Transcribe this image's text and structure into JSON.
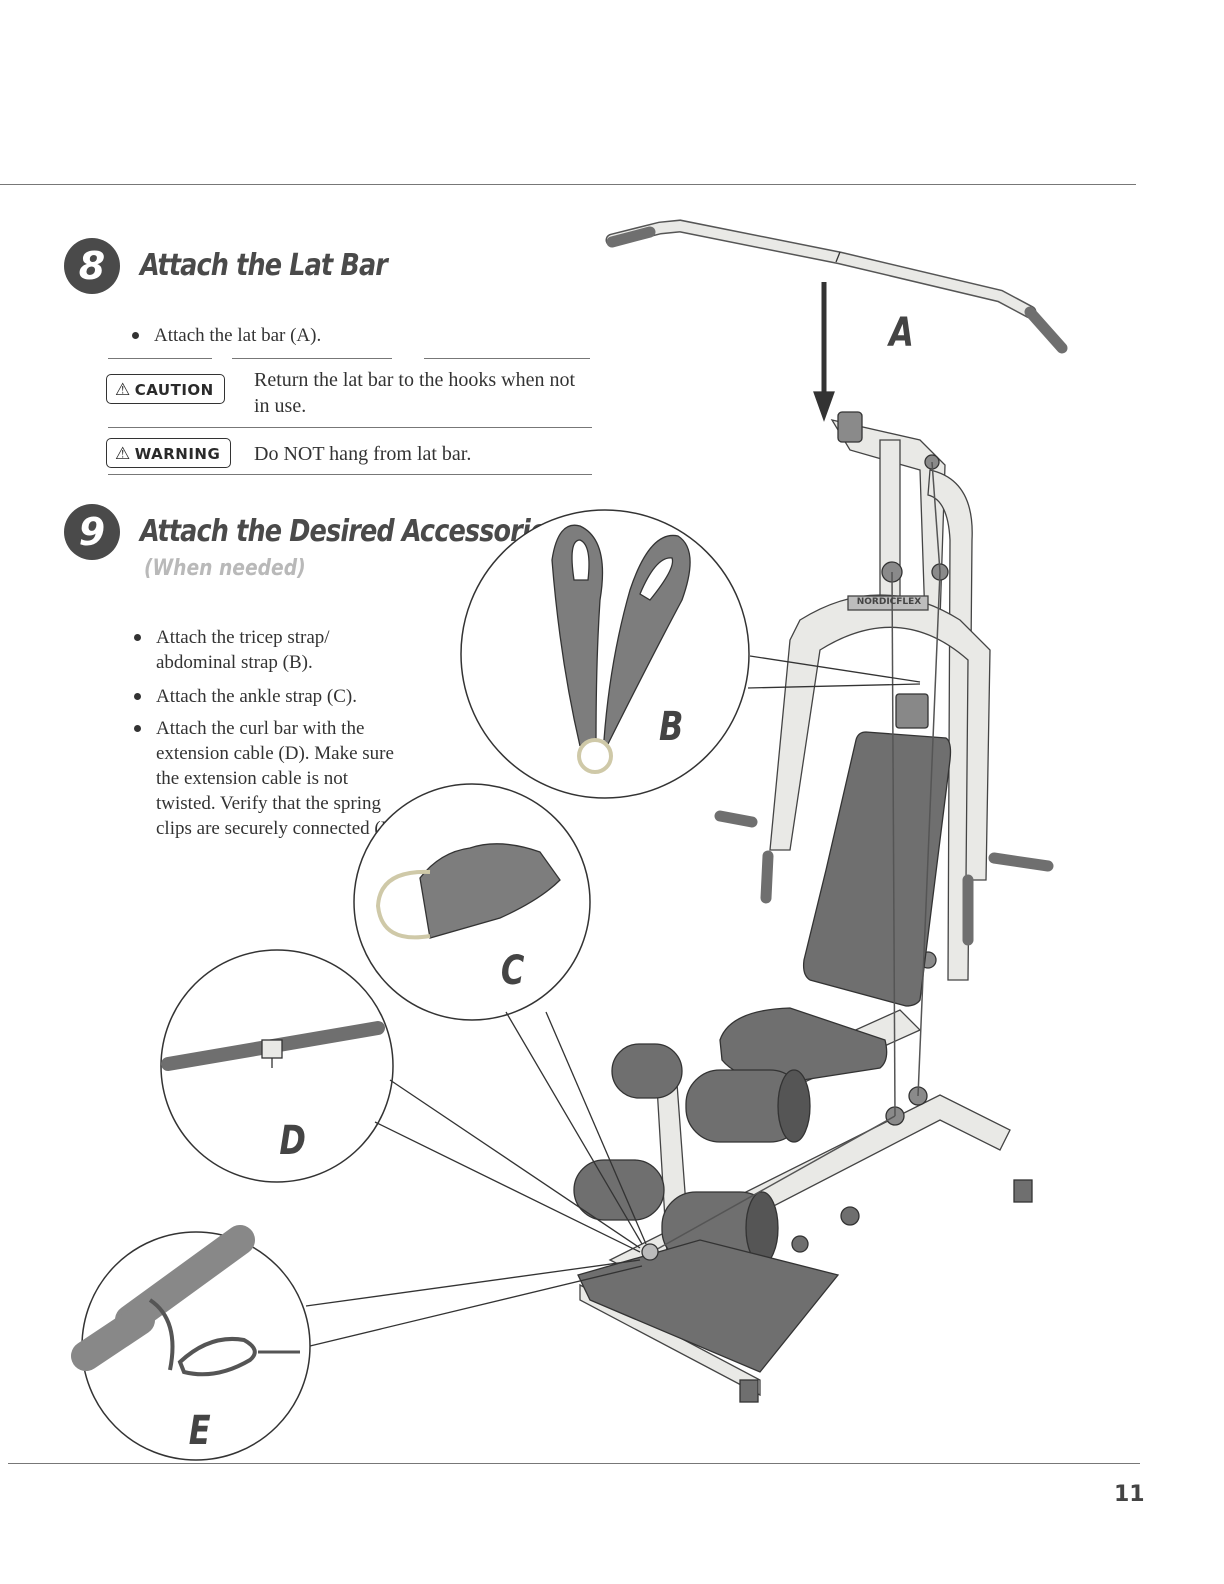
{
  "step8": {
    "number": "8",
    "title": "Attach the Lat Bar",
    "bullets": [
      "Attach the lat bar (A)."
    ],
    "caution_label": "CAUTION",
    "caution_text": "Return the lat bar to the hooks when not in use.",
    "warning_label": "WARNING",
    "warning_text": "Do NOT hang from lat bar."
  },
  "step9": {
    "number": "9",
    "title": "Attach the Desired Accessories",
    "subtitle": "(When needed)",
    "bullets": [
      "Attach the tricep strap/ abdominal strap (B).",
      "Attach the ankle strap (C).",
      "Attach the curl bar with the extension cable (D). Make sure the extension cable is not twisted. Verify that the spring clips are securely connected (E)."
    ]
  },
  "callouts": {
    "a": "A",
    "b": "B",
    "c": "C",
    "d": "D",
    "e": "E"
  },
  "brand_label": "NORDICFLEX",
  "page_number": "11",
  "colors": {
    "frame": "#e9e9e6",
    "pad": "#6f6f6f",
    "strap": "#7d7d7d",
    "heading": "#4a4a4a",
    "subheading": "#b9b9b9"
  }
}
